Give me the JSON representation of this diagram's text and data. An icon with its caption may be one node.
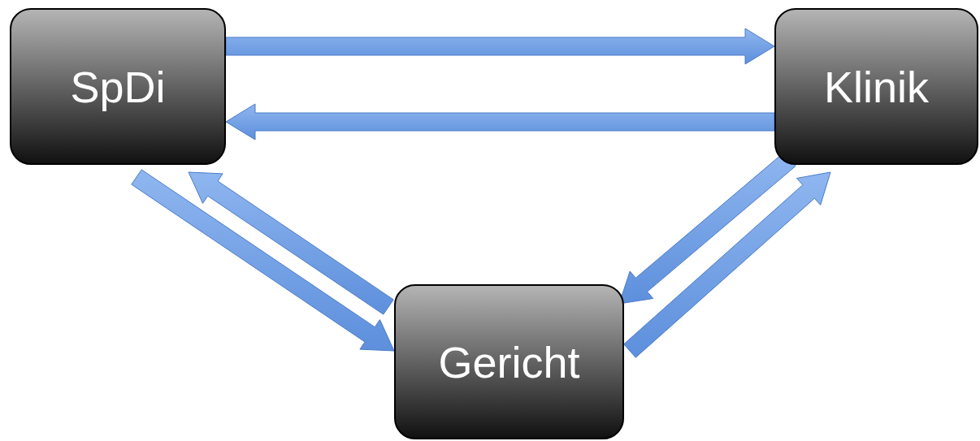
{
  "diagram": {
    "nodes": [
      {
        "text": [
          "SpDi"
        ]
      },
      {
        "text": [
          "Klinik"
        ]
      },
      {
        "text": [
          "Gericht"
        ]
      }
    ],
    "edges": [
      {
        "from": 0,
        "to": 1,
        "arrow": "to"
      },
      {
        "from": 1,
        "to": 0,
        "arrow": "to"
      },
      {
        "from": 0,
        "to": 2,
        "arrow": "to"
      },
      {
        "from": 2,
        "to": 0,
        "arrow": "to"
      },
      {
        "from": 1,
        "to": 2,
        "arrow": "to"
      },
      {
        "from": 2,
        "to": 1,
        "arrow": "to"
      }
    ]
  }
}
